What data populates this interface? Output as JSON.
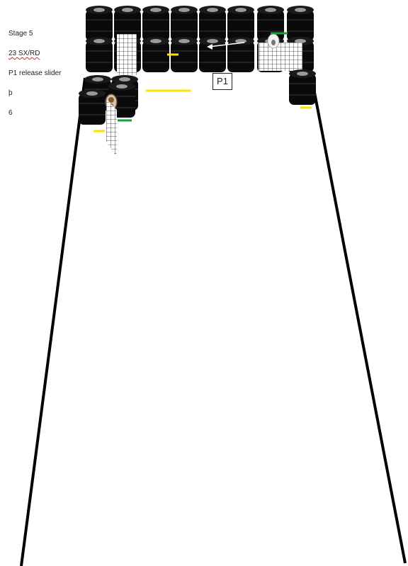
{
  "notes": {
    "stage": "Stage 5",
    "score": "23 SX/RD",
    "start": "P1 release slider",
    "line4": "þ",
    "line5": "6"
  },
  "position_marker": "P1",
  "colors": {
    "barrel": "#0a0a0a",
    "blue_barrel": "#2f6fe0",
    "red_line": "#e01818",
    "yellow_marker": "#ffe000",
    "green_marker": "#1e9e3c"
  }
}
